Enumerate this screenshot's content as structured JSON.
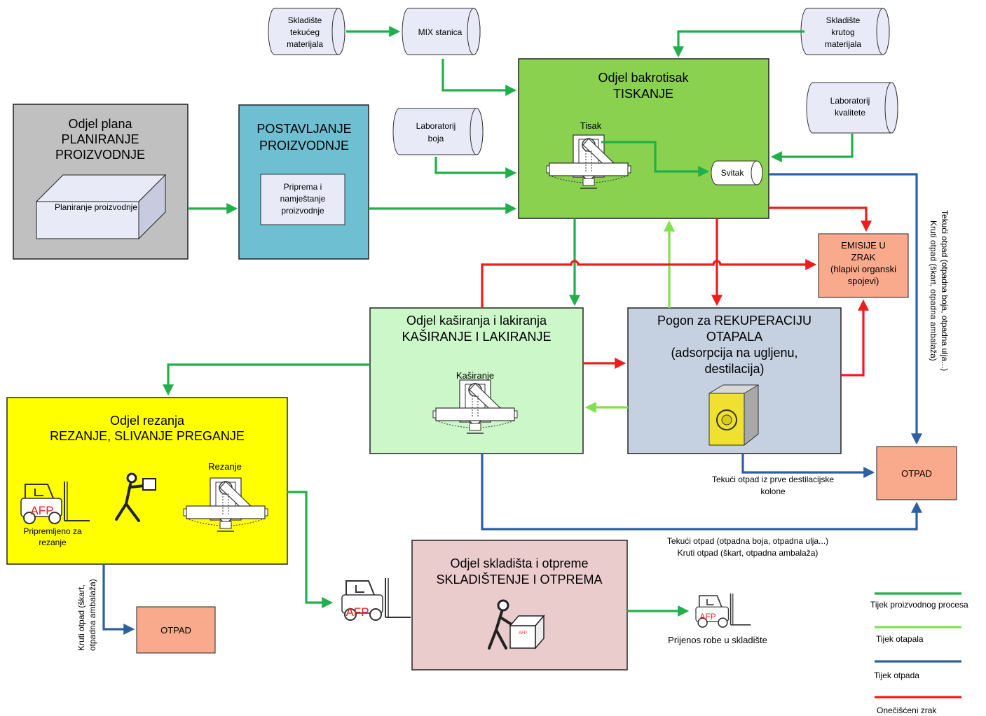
{
  "departments": {
    "planning": {
      "line1": "Odjel plana",
      "line2": "PLANIRANJE",
      "line3": "PROIZVODNJE",
      "inner": "Planiranje proizvodnje"
    },
    "setup": {
      "line1": "POSTAVLJANJE",
      "line2": "PROIZVODNJE",
      "inner1": "Priprema i",
      "inner2": "namještanje",
      "inner3": "proizvodnje"
    },
    "printing": {
      "line1": "Odjel bakrotisak",
      "line2": "TISKANJE",
      "machine": "Tisak",
      "roll": "Svitak"
    },
    "laminating": {
      "line1": "Odjel kaširanja i lakiranja",
      "line2": "KAŠIRANJE I LAKIRANJE",
      "machine": "Kaširanje"
    },
    "recovery": {
      "line1": "Pogon za REKUPERACIJU",
      "line2": "OTAPALA",
      "line3": "(adsorpcija na ugljenu,",
      "line4": "destilacija)"
    },
    "cutting": {
      "line1": "Odjel rezanja",
      "line2": "REZANJE, SLIVANJE PREGANJE",
      "machine": "Rezanje",
      "prepared1": "Pripremljeno za",
      "prepared2": "rezanje",
      "forklift": "AFP"
    },
    "warehouse": {
      "line1": "Odjel skladišta i otpreme",
      "line2": "SKLADIŠTENJE I OTPREMA",
      "box": "AFP"
    }
  },
  "storages": {
    "liquid": {
      "line1": "Skladište",
      "line2": "tekućeg",
      "line3": "materijala"
    },
    "mix": {
      "line1": "MIX stanica"
    },
    "solid": {
      "line1": "Skladište",
      "line2": "krutog",
      "line3": "materijala"
    },
    "color_lab": {
      "line1": "Laboratorij",
      "line2": "boja"
    },
    "quality_lab": {
      "line1": "Laboratorij",
      "line2": "kvalitete"
    }
  },
  "outputs": {
    "emissions": {
      "line1": "EMISIJE U",
      "line2": "ZRAK",
      "line3": "(hlapivi organski",
      "line4": "spojevi)"
    },
    "waste_main": "OTPAD",
    "waste_small": "OTPAD"
  },
  "annotations": {
    "vertical_waste1": "Tekući otpad (otpadna boja, otpadna ulja...)",
    "vertical_waste2": "Kruti otpad (škart, otpadna ambalaža)",
    "distill1": "Tekući otpad iz prve destilacijske",
    "distill2": "kolone",
    "bottom_waste1": "Tekući otpad (otpadna boja, otpadna ulja...)",
    "bottom_waste2": "Kruti otpad (škart, otpadna ambalaža)",
    "cut_waste1": "Kruti otpad (škart,",
    "cut_waste2": "otpadna ambalaža)",
    "transfer": "Prijenos robe u skladište",
    "fork1": "AFP",
    "fork2": "AFP"
  },
  "legend": [
    {
      "label": "Tijek proizvodnog procesa",
      "color": "#1fb04b"
    },
    {
      "label": "Tijek otapala",
      "color": "#80e050"
    },
    {
      "label": "Tijek otpada",
      "color": "#2d5fa3"
    },
    {
      "label": "Onečišćeni zrak",
      "color": "#ee1c1c"
    }
  ],
  "colors": {
    "process": "#1fb04b",
    "solvent": "#80e050",
    "waste": "#2d5fa3",
    "air": "#ee1c1c"
  }
}
